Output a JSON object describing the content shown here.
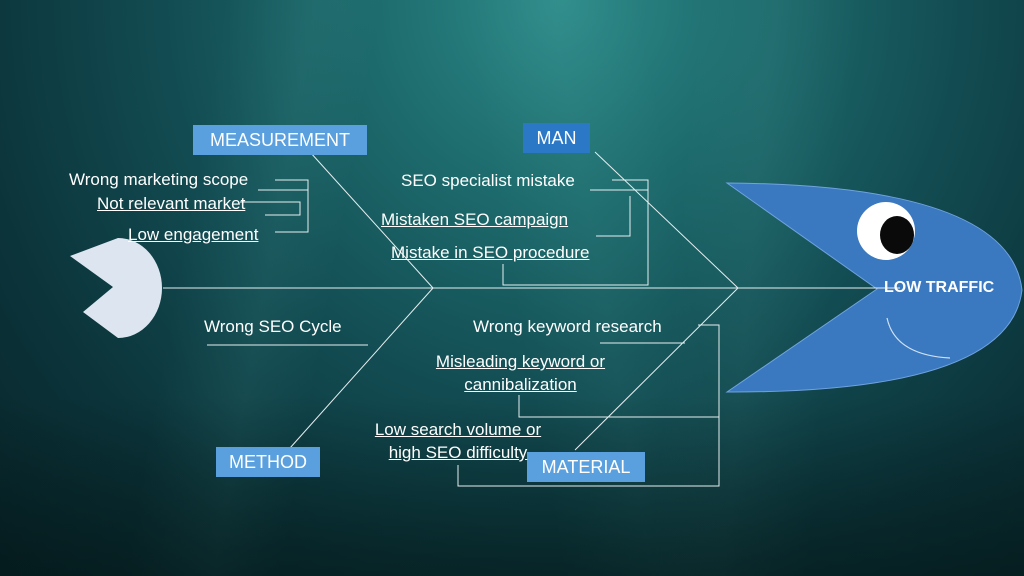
{
  "effect": "LOW TRAFFIC",
  "categories": {
    "measurement": "MEASUREMENT",
    "man": "MAN",
    "method": "METHOD",
    "material": "MATERIAL"
  },
  "causes": {
    "measurement": [
      "Wrong marketing scope",
      "Not relevant market",
      "Low engagement"
    ],
    "man": [
      "SEO specialist mistake",
      "Mistaken SEO campaign",
      "Mistake in SEO procedure"
    ],
    "method": [
      "Wrong SEO Cycle"
    ],
    "material": {
      "wrong_keyword_research": "Wrong keyword research",
      "misleading_line1": "Misleading keyword or",
      "misleading_line2": "cannibalization",
      "low_search_line1": "Low search volume or",
      "low_search_line2": "high SEO difficulty"
    }
  },
  "colors": {
    "fish_head": "#3a78c0",
    "tail": "#dde6f0",
    "category_dark": "#2a78c6",
    "category_light": "#5aa0de",
    "line": "#e6eef0"
  }
}
